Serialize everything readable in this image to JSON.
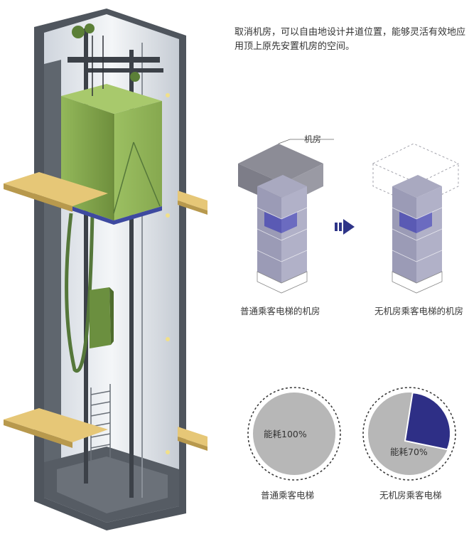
{
  "intro_text": "取消机房，可以自由地设计井道位置，能够灵活有效地应用顶上原先安置机房的空间。",
  "machine_room_label": "机房",
  "conventional_label": "普通乘客电梯的机房",
  "mrl_label": "无机房乘客电梯的机房",
  "pies": [
    {
      "caption": "普通乘客电梯",
      "value_text": "能耗100%",
      "value": 100
    },
    {
      "caption": "无机房乘客电梯",
      "value_text": "能耗70%",
      "value": 70
    }
  ],
  "colors": {
    "car": "#7d9f4a",
    "slab": "#e6c777",
    "wall": "#4f555d",
    "shaft": "#8f8fb0",
    "shaft_highlight": "#5a5ab4",
    "arrow": "#2e3488",
    "pie_gray": "#b7b7b7",
    "pie_saving": "#2e2f86"
  }
}
